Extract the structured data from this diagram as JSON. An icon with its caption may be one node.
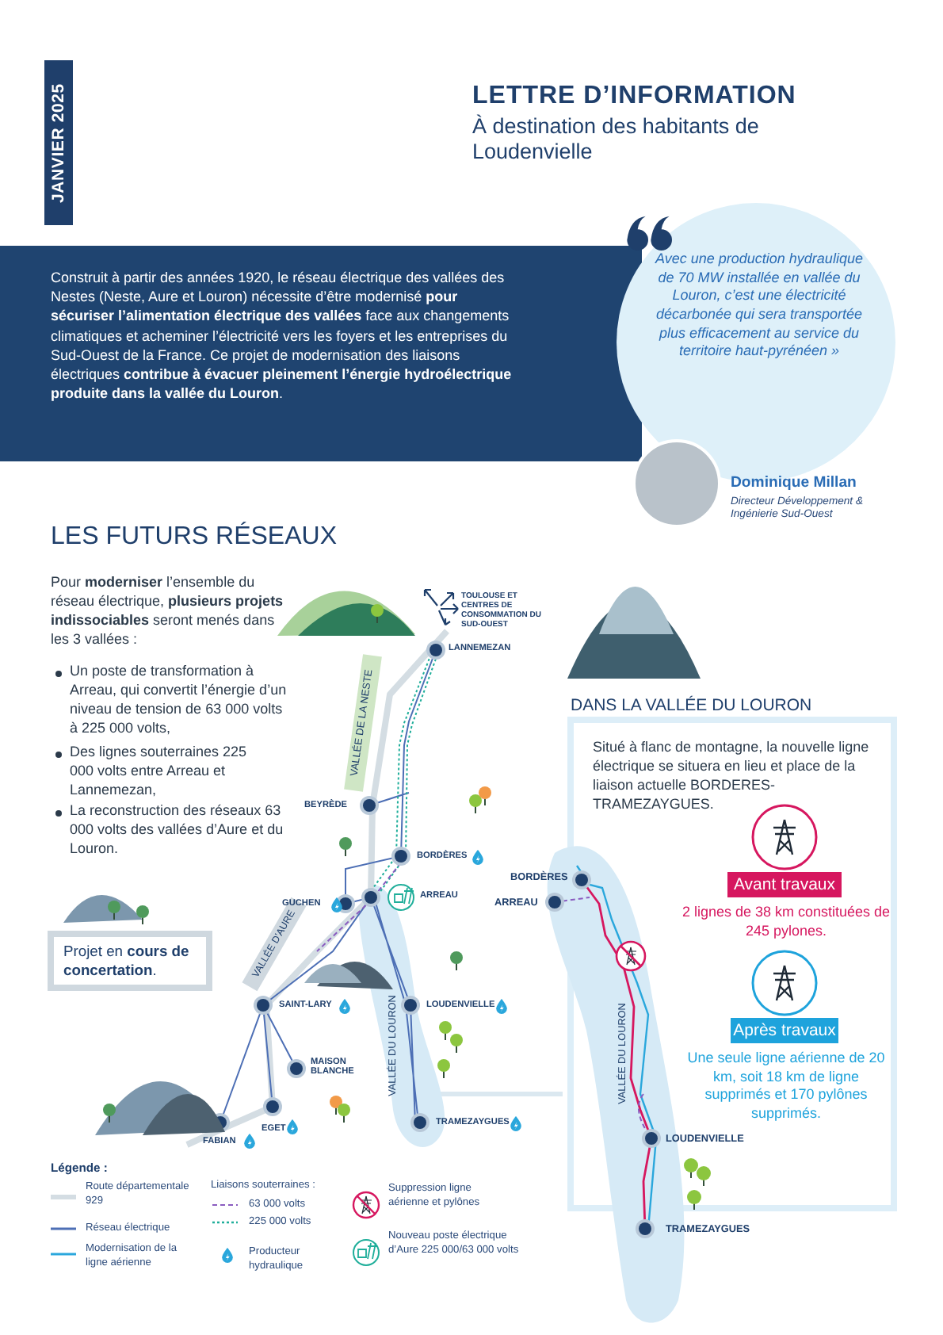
{
  "diagram": {
    "nodes": [
      {
        "text": [
          "JANVIER 2025"
        ]
      },
      {
        "text": [
          "Construit à partir des années 1920, le réseau électrique des vallées des Nestes (Neste, Aure et Louron) nécessite d’être modernisé **pour sécuriser l’alimentation électrique des vallées** face aux changements climatiques et acheminer l’électricité vers les foyers et les entreprises du Sud-Ouest de la France. Ce projet de modernisation des liaisons électriques **contribue à évacuer pleinement l’énergie hydroélectrique produite dans la vallée du Louron**."
        ]
      },
      {
        "text": [
          "Avec une production hydraulique de 70 MW installée en vallée du Louron, c’est une électricité décarbonée qui sera transportée plus efficacement au service du territoire haut-pyrénéen »"
        ]
      },
      {
        "text": [
          "VALLÉE DE LA NESTE"
        ]
      },
      {
        "text": [
          "VALLÉE D’AURE"
        ]
      },
      {
        "text": [
          "Projet en **cours de concertation**."
        ]
      },
      {
        "text": [
          "VALLÉE DU LOURON"
        ]
      },
      {
        "text": [
          "DANS LA VALLÉE DU LOURON",
          "Situé à flanc de montagne, la nouvelle ligne électrique se situera en lieu et place de la liaison actuelle BORDERES-TRAMEZAYGUES."
        ]
      },
      {
        "text": [
          "Avant travaux"
        ],
        "in": 7,
        "beside": [
          "2 lignes de 38 km constituées de 245 pylones."
        ]
      },
      {
        "text": [
          "Après travaux"
        ],
        "in": 7,
        "beside": [
          "Une seule ligne aérienne de 20 km, soit 18 km de ligne supprimés et 170 pylônes supprimés."
        ]
      },
      {
        "text": [
          "VALLÉE DU LOURON"
        ],
        "in": 7
      }
    ],
    "labels": [
      "LETTRE D’INFORMATION",
      "À destination des habitants de Loudenvielle",
      "Dominique Millan",
      "Directeur Développement & Ingénierie Sud-Ouest",
      "LES FUTURS RÉSEAUX",
      "Pour **moderniser** l’ensemble du réseau électrique, **plusieurs projets indissociables** seront menés dans les 3 vallées :",
      "Un poste de transformation à Arreau, qui convertit l’énergie d’un niveau de tension de 63 000 volts à 225 000 volts,",
      "Des lignes souterraines 225 000 volts entre Arreau et Lannemezan,",
      "La reconstruction des réseaux 63 000 volts des vallées d’Aure et du Louron.",
      "TOULOUSE ET CENTRES DE CONSOMMATION DU SUD-OUEST",
      "LANNEMEZAN",
      "BEYRÈDE",
      "BORDÈRES",
      "GUCHEN",
      "ARREAU",
      "SAINT-LARY",
      "MAISON BLANCHE",
      "LOUDENVIELLE",
      "TRAMEZAYGUES",
      "EGET",
      "FABIAN",
      "BORDÈRES",
      "ARREAU",
      "LOUDENVIELLE",
      "TRAMEZAYGUES",
      "Légende :",
      "Liaisons souterraines :"
    ],
    "legend": [
      {
        "text": "Route départementale 929"
      },
      {
        "text": "Réseau électrique"
      },
      {
        "text": "Modernisation de la ligne aérienne"
      },
      {
        "text": "63 000 volts"
      },
      {
        "text": "225 000 volts"
      },
      {
        "text": "Producteur hydraulique"
      },
      {
        "text": "Suppression ligne aérienne et pylônes"
      },
      {
        "text": "Nouveau poste électrique d’Aure 225 000/63 000 volts"
      }
    ]
  }
}
